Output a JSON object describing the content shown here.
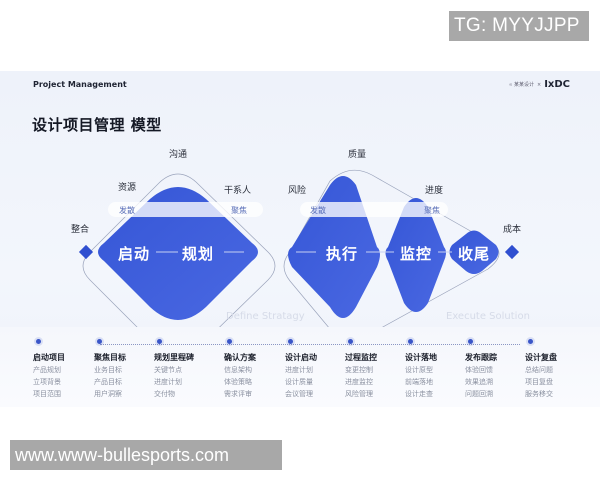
{
  "watermarks": {
    "top": "TG: MYYJJPP",
    "bottom": "www.www-bullesports.com"
  },
  "header": {
    "title": "Project Management",
    "logo_left": "∝ 某某设计",
    "logo_sep": "×",
    "logo_right": "IxDC"
  },
  "page_title": "设计项目管理 模型",
  "colors": {
    "accent": "#3a56d8",
    "accent_dark": "#2f49c8",
    "background": "#eef2fa"
  },
  "diagram": {
    "left_group": {
      "labels": {
        "top": "沟通",
        "left": "资源",
        "right": "干系人",
        "far_left": "整合"
      },
      "pill": {
        "left": "发散",
        "right": "聚焦"
      },
      "shapes": [
        "启动",
        "规划"
      ],
      "ghost_label": "Define Stratagy"
    },
    "right_group": {
      "labels": {
        "top": "质量",
        "left": "风险",
        "right": "进度",
        "far_right": "成本"
      },
      "pill": {
        "left": "发散",
        "right": "聚焦"
      },
      "shapes": [
        "执行",
        "监控",
        "收尾"
      ],
      "ghost_label": "Execute Solution"
    }
  },
  "timeline": {
    "steps": [
      {
        "title": "启动项目",
        "items": [
          "产品规划",
          "立项背景",
          "项目范围"
        ]
      },
      {
        "title": "聚焦目标",
        "items": [
          "业务目标",
          "产品目标",
          "用户洞察"
        ]
      },
      {
        "title": "规划里程碑",
        "items": [
          "关键节点",
          "进度计划",
          "交付物"
        ]
      },
      {
        "title": "确认方案",
        "items": [
          "信息架构",
          "体验策略",
          "需求评审"
        ]
      },
      {
        "title": "设计启动",
        "items": [
          "进度计划",
          "设计质量",
          "会议管理"
        ]
      },
      {
        "title": "过程监控",
        "items": [
          "变更控制",
          "进度监控",
          "风险管理"
        ]
      },
      {
        "title": "设计落地",
        "items": [
          "设计原型",
          "前端落地",
          "设计走查"
        ]
      },
      {
        "title": "发布跟踪",
        "items": [
          "体验回馈",
          "效果追溯",
          "问题回溯"
        ]
      },
      {
        "title": "设计复盘",
        "items": [
          "总结问题",
          "项目复盘",
          "服务移交"
        ]
      }
    ]
  }
}
